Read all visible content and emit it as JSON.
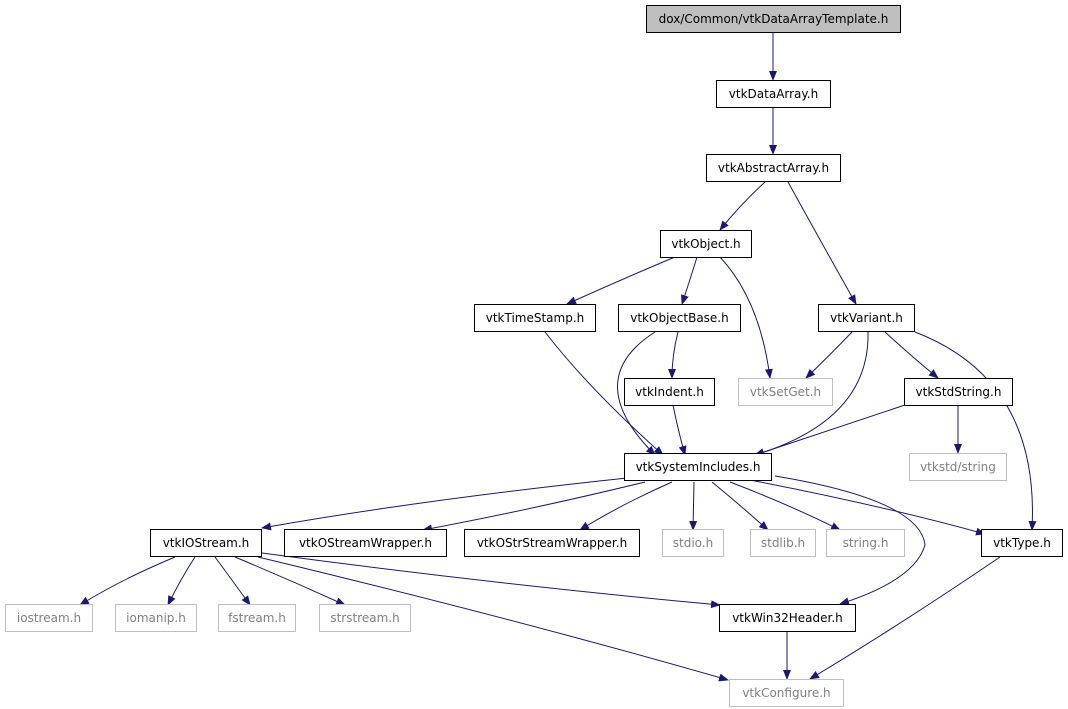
{
  "colors": {
    "edge": "#191970",
    "root_fill": "#bfbfbf",
    "node_border": "#000000",
    "external_border": "#bfbfbf"
  },
  "nodes": {
    "root": "dox/Common/vtkDataArrayTemplate.h",
    "dataarray": "vtkDataArray.h",
    "abstractarray": "vtkAbstractArray.h",
    "object": "vtkObject.h",
    "timestamp": "vtkTimeStamp.h",
    "objectbase": "vtkObjectBase.h",
    "variant": "vtkVariant.h",
    "indent": "vtkIndent.h",
    "setget": "vtkSetGet.h",
    "stdstring": "vtkStdString.h",
    "vtkstdstring": "vtkstd/string",
    "systemincludes": "vtkSystemIncludes.h",
    "iostream_vtk": "vtkIOStream.h",
    "ostreamwrapper": "vtkOStreamWrapper.h",
    "ostrstreamwrapper": "vtkOStrStreamWrapper.h",
    "stdio": "stdio.h",
    "stdlib": "stdlib.h",
    "string": "string.h",
    "type": "vtkType.h",
    "iostream": "iostream.h",
    "iomanip": "iomanip.h",
    "fstream": "fstream.h",
    "strstream": "strstream.h",
    "win32header": "vtkWin32Header.h",
    "configure": "vtkConfigure.h"
  }
}
